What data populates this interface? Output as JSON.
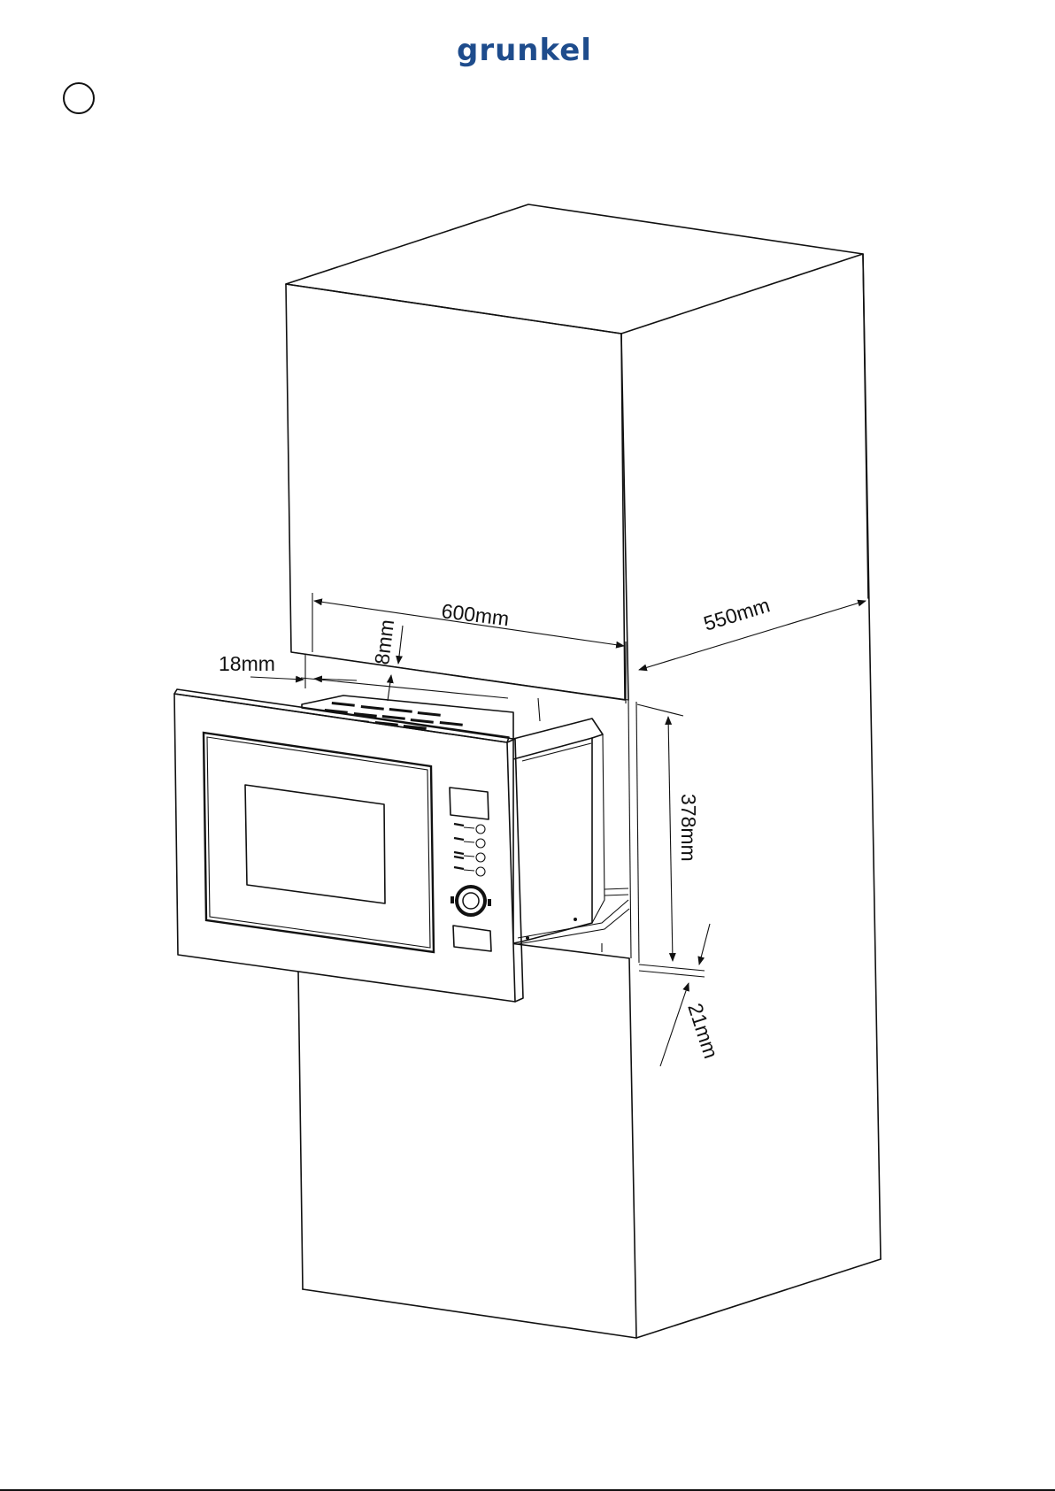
{
  "brand": {
    "name": "grunkel",
    "color": "#1e4c8c"
  },
  "step": {
    "number": ""
  },
  "dimensions": {
    "width": "600mm",
    "depth": "550mm",
    "side_gap": "18mm",
    "top_gap": "8mm",
    "height": "378mm",
    "bottom_gap": "21mm"
  }
}
